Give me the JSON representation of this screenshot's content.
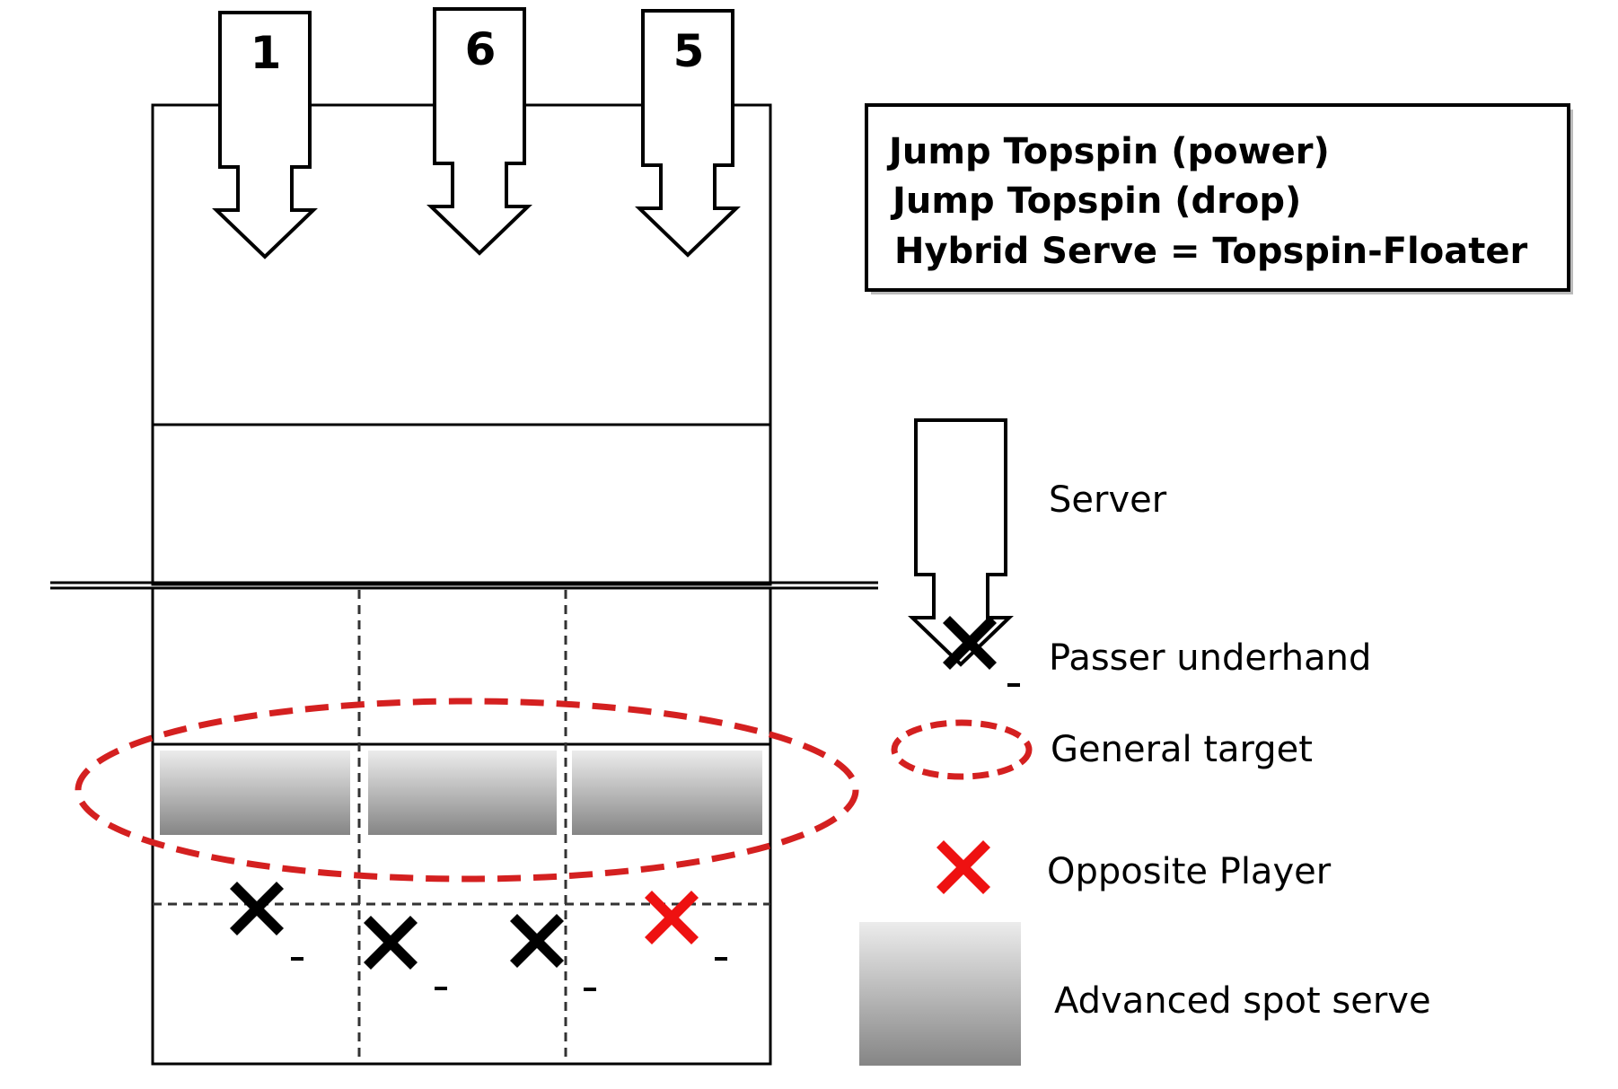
{
  "server_positions": [
    {
      "label": "1"
    },
    {
      "label": "6"
    },
    {
      "label": "5"
    }
  ],
  "serve_types": {
    "line1": "Jump Topspin (power)",
    "line2": "Jump Topspin (drop)",
    "line3": "Hybrid Serve = Topspin-Floater"
  },
  "legend": {
    "server": "Server",
    "passer": "Passer underhand",
    "target": "General target",
    "opposite": "Opposite Player",
    "spot": "Advanced spot serve"
  },
  "colors": {
    "passer": "#000000",
    "opposite": "#ee1111",
    "target_ellipse": "#d42020",
    "spot_top": "#e8e8e8",
    "spot_bottom": "#8a8a8a"
  }
}
